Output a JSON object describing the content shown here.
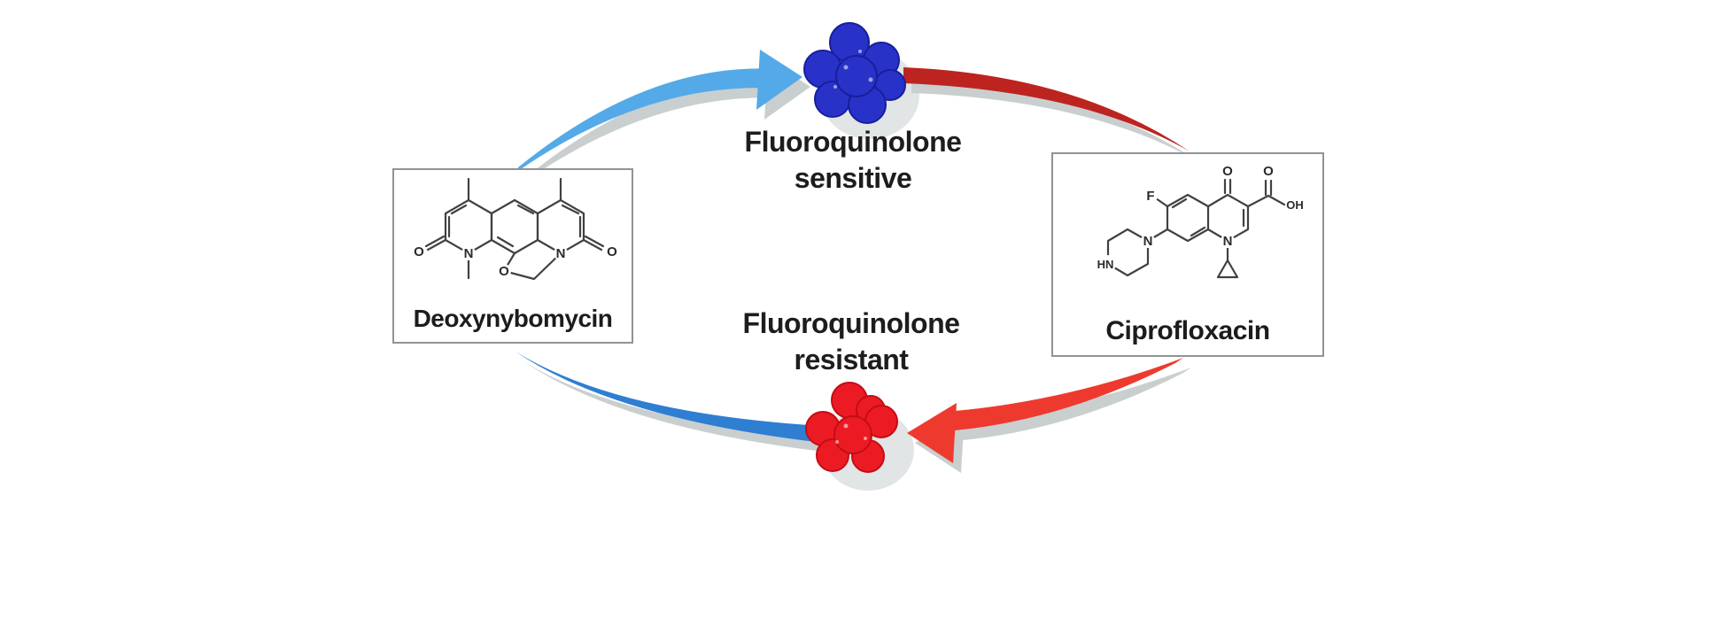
{
  "figure": {
    "background": "#ffffff",
    "bond_color": "#3f4143",
    "shadow_color": "#b7bfbf",
    "states": {
      "sensitive": {
        "line1": "Fluoroquinolone",
        "line2": "sensitive",
        "fill": "#2832c8",
        "stroke": "#171f9b"
      },
      "resistant": {
        "line1": "Fluoroquinolone",
        "line2": "resistant",
        "fill": "#ec1b23",
        "stroke": "#c30d15"
      }
    },
    "molecules": {
      "deoxynybomycin": {
        "name": "Deoxynybomycin",
        "atoms": {
          "o_left": "O",
          "n_left": "N",
          "n_right": "N",
          "o_right": "O",
          "o_bridge": "O"
        }
      },
      "ciprofloxacin": {
        "name": "Ciprofloxacin",
        "atoms": {
          "f": "F",
          "o_ketone": "O",
          "o_acid": "O",
          "oh": "OH",
          "n_pip": "N",
          "hn": "HN",
          "n1": "N"
        }
      }
    },
    "arrows": {
      "deoxynybomycin_to_sensitive": {
        "color": "#54aae8"
      },
      "sensitive_to_ciprofloxacin": {
        "color": "#bd2420"
      },
      "ciprofloxacin_to_resistant": {
        "color": "#ee3a2e"
      },
      "resistant_to_deoxynybomycin": {
        "color": "#2e7ed2"
      }
    }
  }
}
